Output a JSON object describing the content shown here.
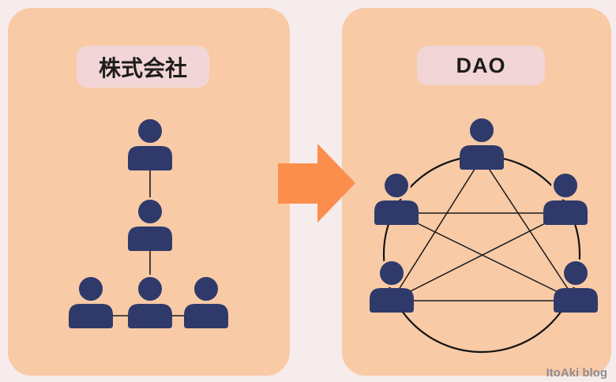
{
  "left_panel": {
    "title": "株式会社",
    "structure": "hierarchy",
    "levels": [
      1,
      1,
      3
    ],
    "person_count": 5
  },
  "right_panel": {
    "title": "DAO",
    "structure": "network",
    "person_count": 5,
    "connections": "all-to-all (circle plus crossing chords)"
  },
  "arrow": {
    "direction": "right",
    "meaning": "transition from 株式会社 to DAO"
  },
  "watermark": {
    "text": "ItoAki blog"
  },
  "colors": {
    "background": "#f6ecec",
    "panel": "#f8caa6",
    "label_bg": "#f2d5d6",
    "label_text": "#1d1d1d",
    "person": "#2f3a6b",
    "arrow": "#fc8e4d",
    "line": "#1a1a1a",
    "watermark": "#8d8d95"
  }
}
